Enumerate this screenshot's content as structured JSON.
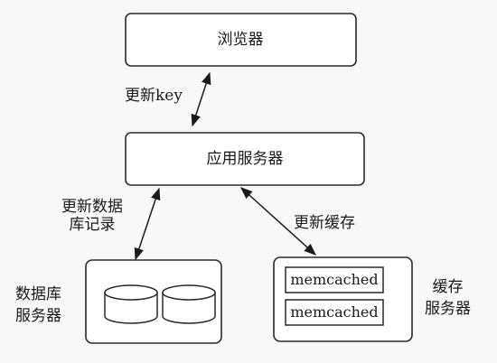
{
  "diagram": {
    "nodes": {
      "browser": {
        "label": "浏览器"
      },
      "app_server": {
        "label": "应用服务器"
      },
      "db_server": {
        "caption_lines": [
          "数据库",
          "服务器"
        ]
      },
      "cache_server": {
        "caption_lines": [
          "缓存",
          "服务器"
        ],
        "items": [
          "memcached",
          "memcached"
        ]
      }
    },
    "edges": {
      "browser_app": {
        "label": "更新key"
      },
      "app_db": {
        "label_lines": [
          "更新数据",
          "库记录"
        ]
      },
      "app_cache": {
        "label": "更新缓存"
      }
    }
  }
}
